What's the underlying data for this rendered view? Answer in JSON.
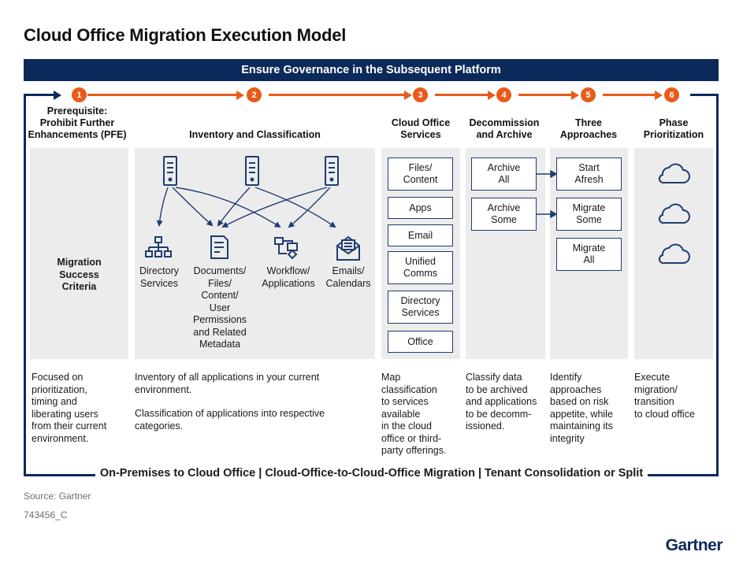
{
  "title": "Cloud Office Migration Execution Model",
  "banner": "Ensure Governance in the Subsequent Platform",
  "steps": [
    "1",
    "2",
    "3",
    "4",
    "5",
    "6"
  ],
  "columns": {
    "c1": {
      "heading_line1": "Prerequisite:",
      "heading_line2": "Prohibit Further",
      "heading_line3": "Enhancements (PFE)",
      "panel_text_l1": "Migration",
      "panel_text_l2": "Success",
      "panel_text_l3": "Criteria",
      "desc": [
        "Focused on",
        "prioritization,",
        "timing and",
        "liberating users",
        "from their current",
        "environment."
      ]
    },
    "c2": {
      "heading": "Inventory and Classification",
      "items": {
        "directory": [
          "Directory",
          "Services"
        ],
        "documents": [
          "Documents/",
          "Files/",
          "Content/",
          "User",
          "Permissions",
          "and Related",
          "Metadata"
        ],
        "workflow": [
          "Workflow/",
          "Applications"
        ],
        "emails": [
          "Emails/",
          "Calendars"
        ]
      },
      "desc_p1": [
        "Inventory of all applications in your current",
        "environment."
      ],
      "desc_p2": [
        "Classification of applications into respective",
        "categories."
      ]
    },
    "c3": {
      "heading_line1": "Cloud Office",
      "heading_line2": "Services",
      "boxes": [
        [
          "Files/",
          "Content"
        ],
        [
          "Apps"
        ],
        [
          "Email"
        ],
        [
          "Unified",
          "Comms"
        ],
        [
          "Directory",
          "Services"
        ],
        [
          "Office"
        ]
      ],
      "desc": [
        "Map",
        "classification",
        "to services",
        "available",
        "in the cloud",
        "office or third-",
        "party offerings."
      ]
    },
    "c4": {
      "heading_line1": "Decommission",
      "heading_line2": "and Archive",
      "boxes": [
        [
          "Archive",
          "All"
        ],
        [
          "Archive",
          "Some"
        ]
      ],
      "desc": [
        "Classify data",
        "to be archived",
        "and applications",
        "to be decomm-",
        "issioned."
      ]
    },
    "c5": {
      "heading_line1": "Three",
      "heading_line2": "Approaches",
      "boxes": [
        [
          "Start",
          "Afresh"
        ],
        [
          "Migrate",
          "Some"
        ],
        [
          "Migrate",
          "All"
        ]
      ],
      "desc": [
        "Identify",
        "approaches",
        "based on risk",
        "appetite, while",
        "maintaining its",
        "integrity"
      ]
    },
    "c6": {
      "heading_line1": "Phase",
      "heading_line2": "Prioritization",
      "desc": [
        "Execute",
        "migration/",
        "transition",
        "to cloud office"
      ]
    }
  },
  "footer": "On-Premises to Cloud Office | Cloud-Office-to-Cloud-Office Migration | Tenant Consolidation or Split",
  "source": "Source: Gartner",
  "doc_id": "743456_C",
  "logo": "Gartner",
  "colors": {
    "navy": "#0b2a5b",
    "orange": "#e85b1a",
    "panel": "#ececec"
  }
}
